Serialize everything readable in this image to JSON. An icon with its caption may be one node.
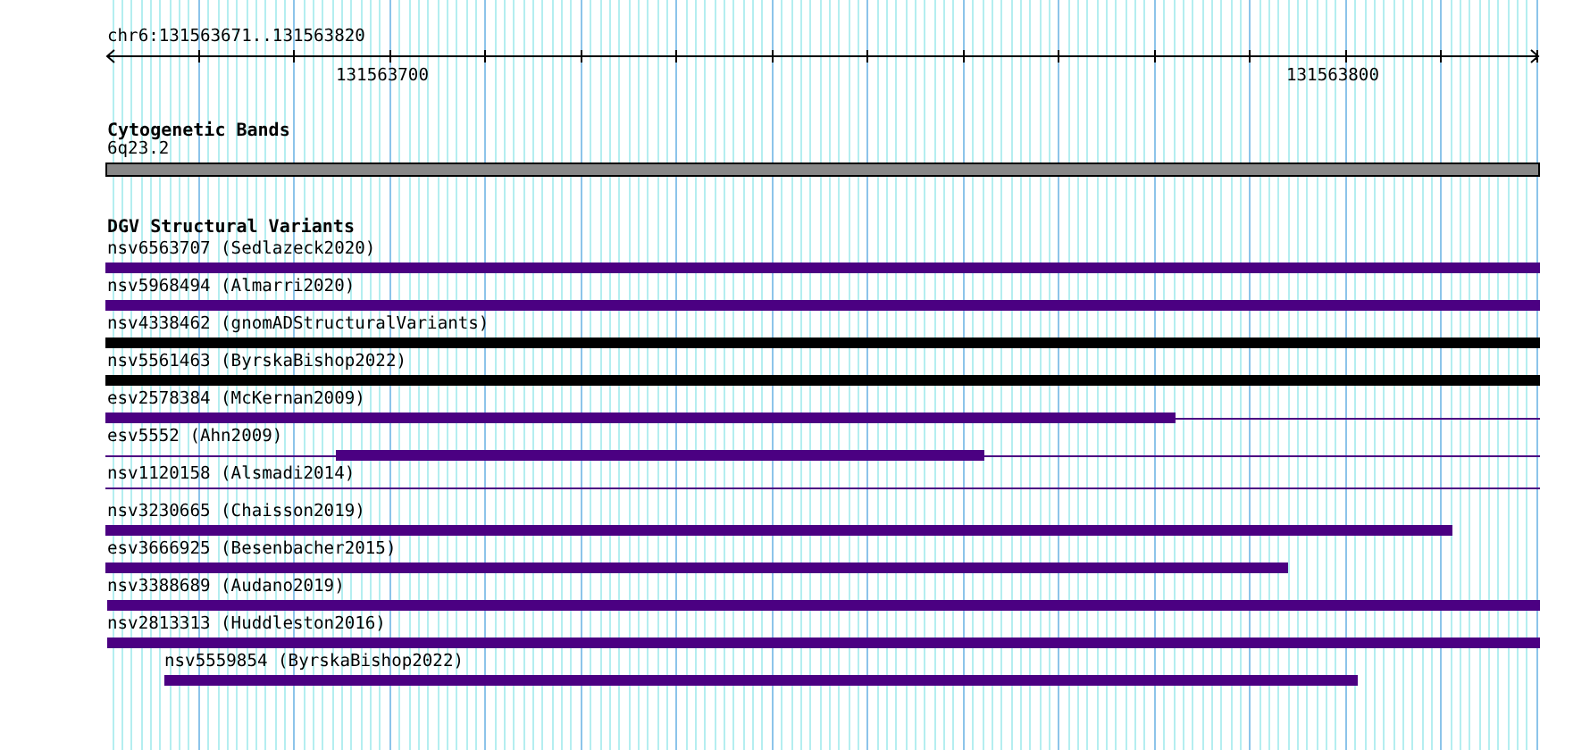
{
  "diagram": {
    "nodes": [
      {
        "text": [
          "6q23.2"
        ]
      },
      {
        "text": [
          "nsv6563707 (Sedlazeck2020)"
        ]
      },
      {
        "text": [
          "nsv5968494 (Almarri2020)"
        ]
      },
      {
        "text": [
          "nsv4338462 (gnomADStructuralVariants)"
        ]
      },
      {
        "text": [
          "nsv5561463 (ByrskaBishop2022)"
        ]
      },
      {
        "text": [
          "esv2578384 (McKernan2009)"
        ]
      },
      {
        "text": [
          "esv5552 (Ahn2009)"
        ]
      },
      {
        "text": [
          "nsv1120158 (Alsmadi2014)"
        ]
      },
      {
        "text": [
          "nsv3230665 (Chaisson2019)"
        ]
      },
      {
        "text": [
          "esv3666925 (Besenbacher2015)"
        ]
      },
      {
        "text": [
          "nsv3388689 (Audano2019)"
        ]
      },
      {
        "text": [
          "nsv2813313 (Huddleston2016)"
        ]
      },
      {
        "text": [
          "nsv5559854 (ByrskaBishop2022)"
        ]
      }
    ],
    "edges": [],
    "labels": [
      "chr6:131563671..131563820",
      "131563700",
      "131563800",
      "Cytogenetic Bands",
      "DGV Structural Variants"
    ]
  }
}
